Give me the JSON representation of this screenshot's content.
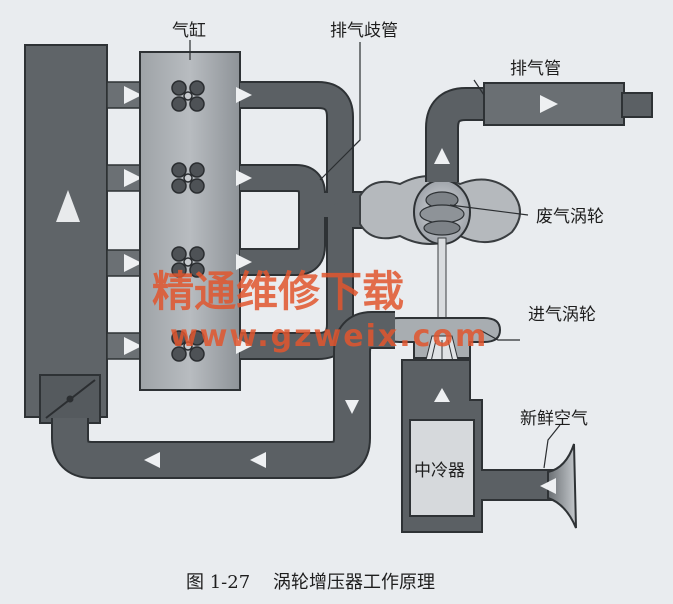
{
  "labels": {
    "cylinder": "气缸",
    "exhaust_manifold": "排气歧管",
    "exhaust_pipe": "排气管",
    "exhaust_turbine": "废气涡轮",
    "intake_turbine": "进气涡轮",
    "fresh_air": "新鲜空气",
    "intercooler": "中冷器"
  },
  "caption": "图 1-27    涡轮增压器工作原理",
  "watermark": {
    "title": "精通维修下载",
    "url": "www.gzweix.com"
  },
  "colors": {
    "pipe": "#555a5e",
    "pipe_dark": "#3c4043",
    "block": "#5f6468",
    "cylinder_block": "#8e9398",
    "intercooler_core": "#d6d9dc",
    "turbine": "#a8adb1",
    "watermark": "#e1562e",
    "background": "#e9ecef"
  }
}
